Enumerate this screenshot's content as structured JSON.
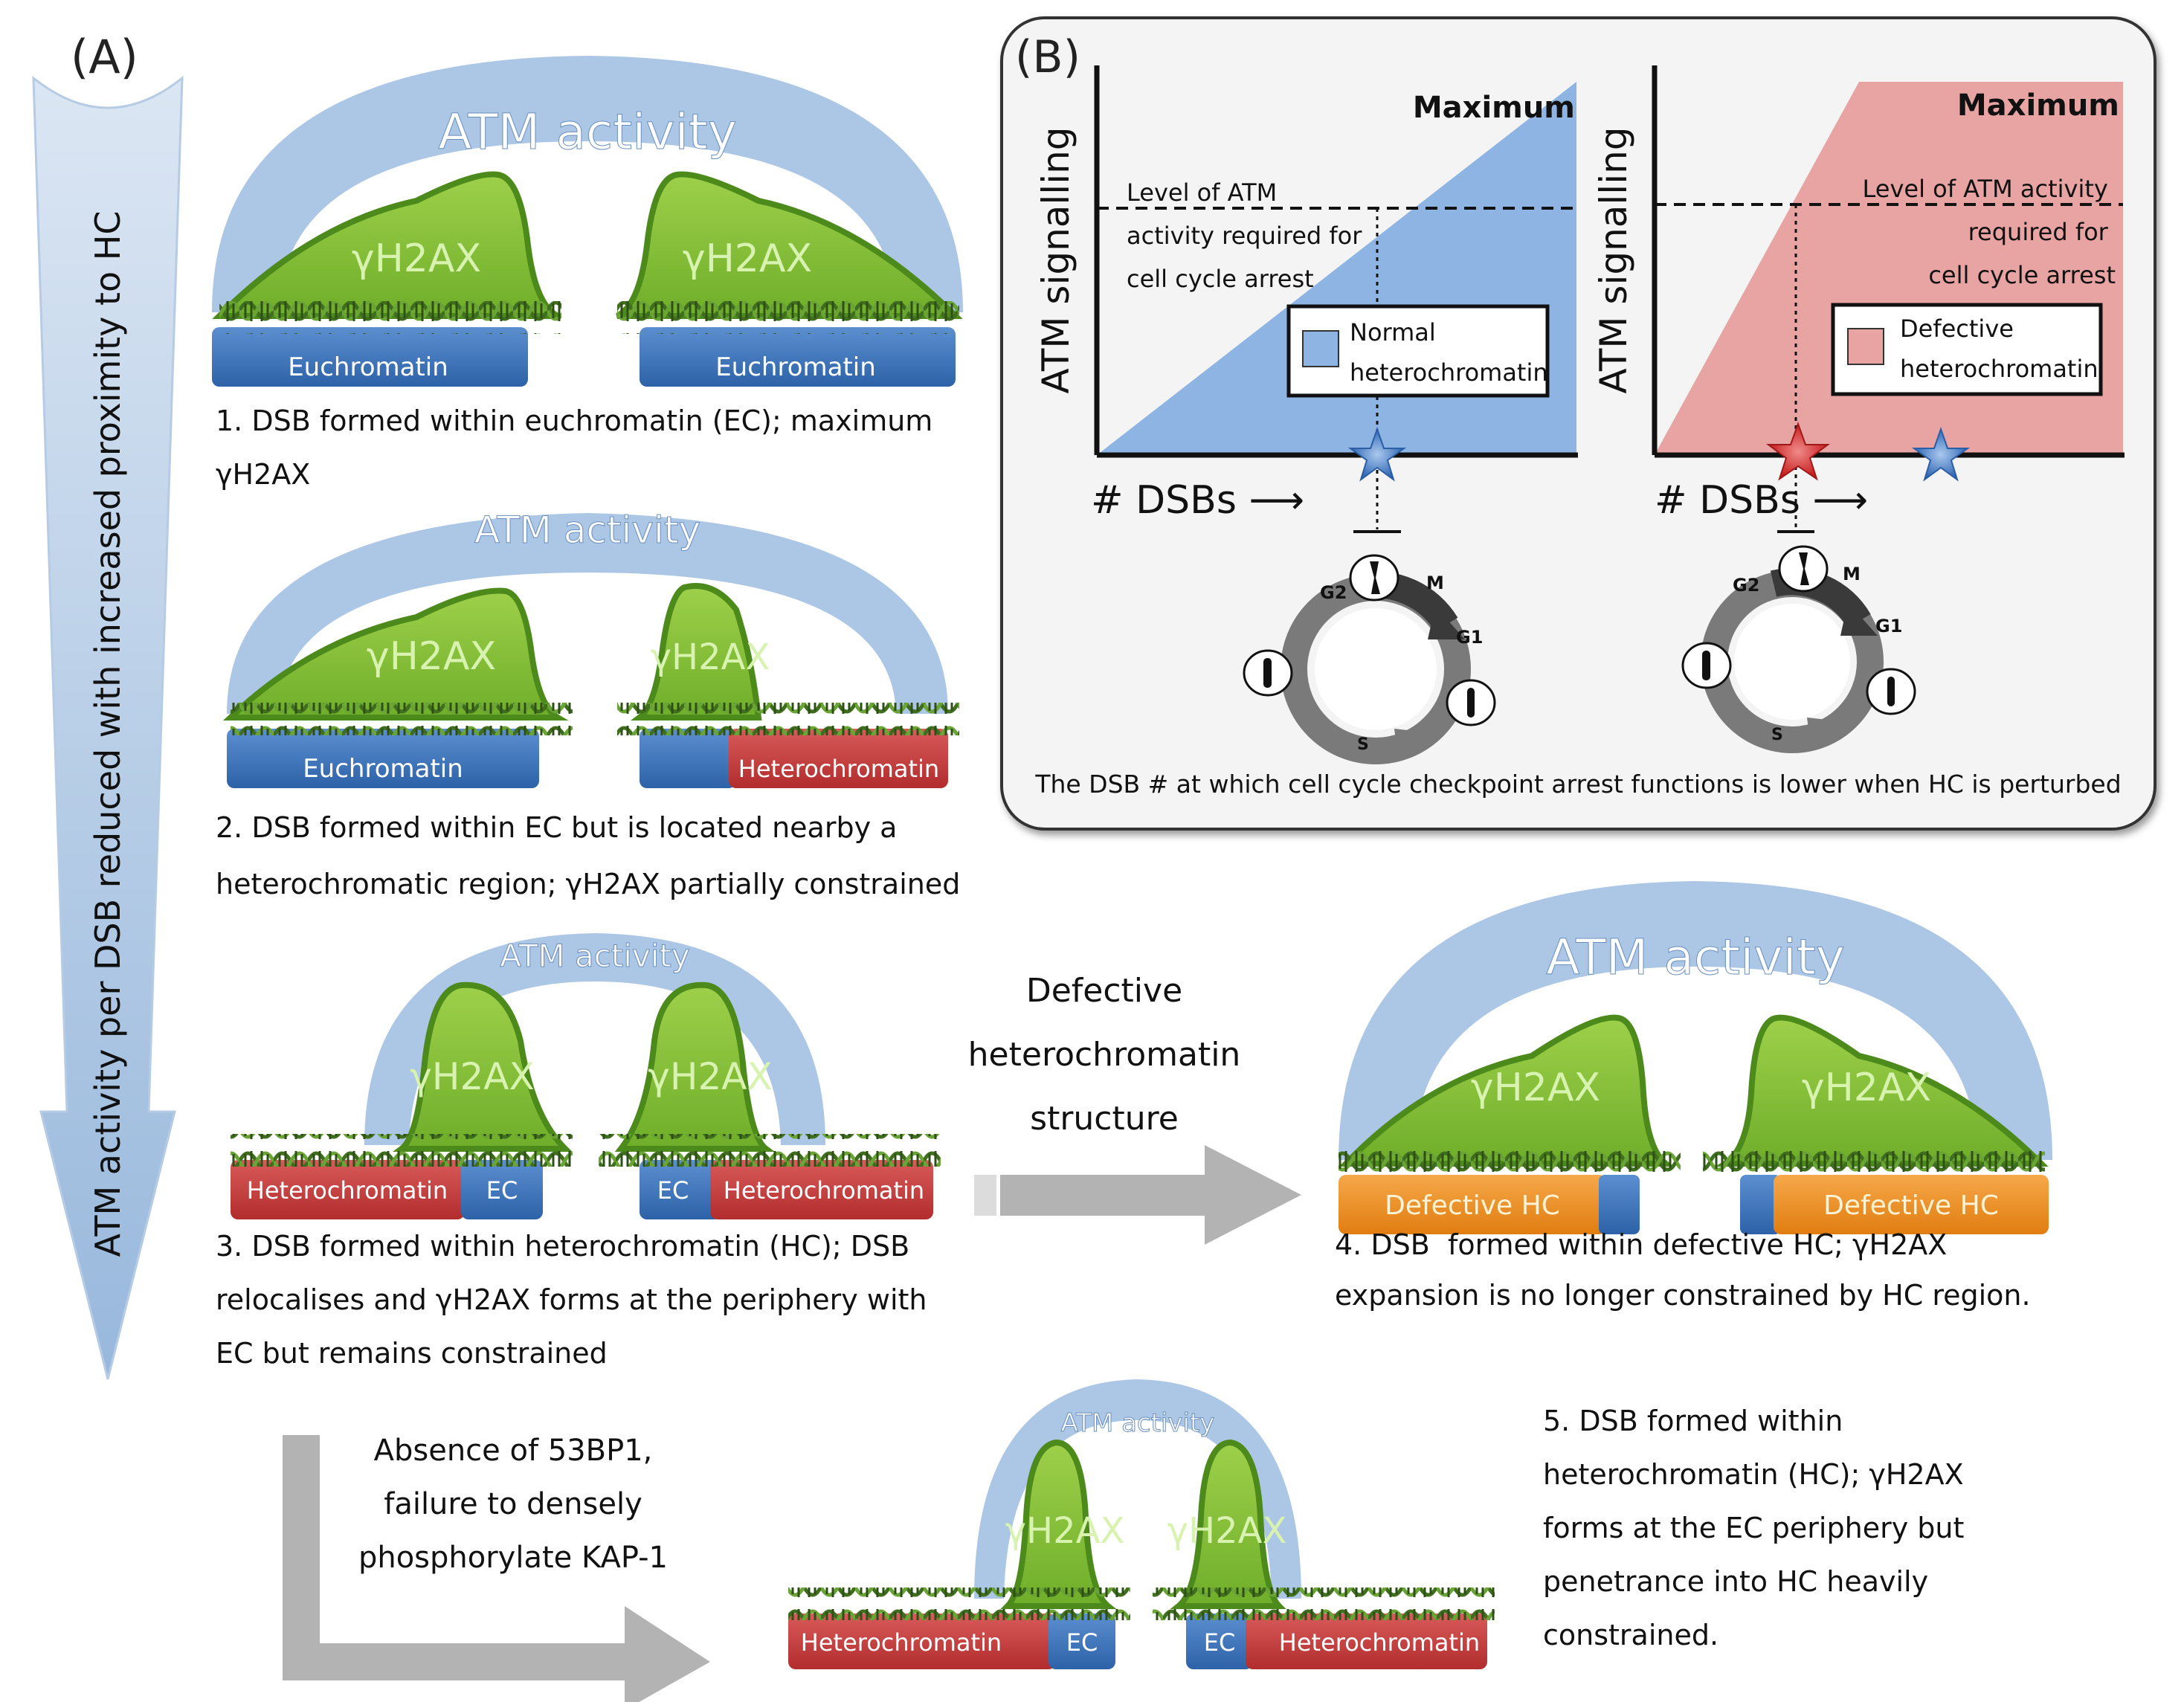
{
  "panel_a": {
    "label": "(A)",
    "axis_arrow_text": "ATM activity per DSB reduced with increased proximity to HC",
    "atm_label": "ATM activity",
    "h2ax_label": "γH2AX",
    "euchromatin": "Euchromatin",
    "heterochromatin": "Heterochromatin",
    "ec": "EC",
    "defective_hc": "Defective HC",
    "caption1": "1. DSB formed within euchromatin (EC); maximum\nγH2AX",
    "caption2": "2. DSB formed within EC but is located nearby a\nheterochromatic region; γH2AX partially constrained",
    "caption3": "3. DSB formed within heterochromatin (HC); DSB\nrelocalises and γH2AX forms at the periphery with\nEC but remains constrained",
    "caption4": "4. DSB  formed within defective HC; γH2AX\nexpansion is no longer constrained by HC region.",
    "caption5": "5. DSB formed within\nheterochromatin (HC); γH2AX\nforms at the EC periphery but\npenetrance into HC heavily\nconstrained.",
    "defective_arrow_text": "Defective\nheterochromatin\nstructure",
    "absence_arrow_text": "Absence of 53BP1,\nfailure to densely\nphosphorylate KAP-1"
  },
  "panel_b": {
    "label": "(B)",
    "y_axis": "ATM signalling",
    "x_axis": "# DSBs",
    "maximum": "Maximum",
    "left": {
      "threshold": "Level of ATM\nactivity required for\ncell cycle arrest",
      "legend": "Normal\nheterochromatin",
      "fill_color": "#8db4e2"
    },
    "right": {
      "threshold": "Level of ATM activity\nrequired for\ncell cycle arrest",
      "legend": "Defective\nheterochromatin",
      "fill_color": "#e8a3a3"
    },
    "phases": {
      "g2": "G2",
      "m": "M",
      "g1": "G1",
      "s": "S"
    },
    "footer": "The DSB # at which cell cycle checkpoint arrest functions is lower when HC is perturbed"
  }
}
